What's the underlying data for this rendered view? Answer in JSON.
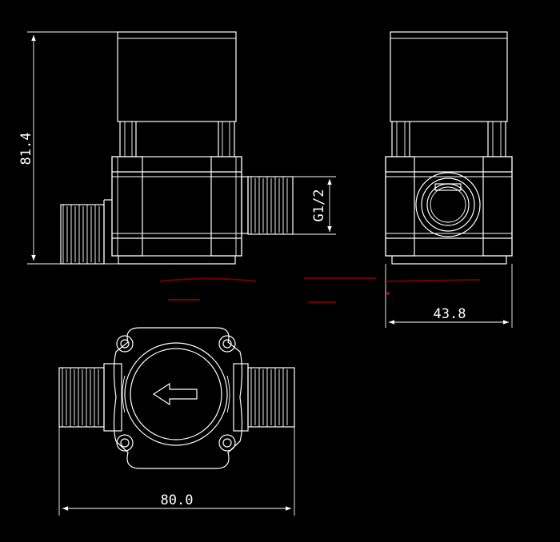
{
  "dimensions": {
    "height": "81.4",
    "thread": "G1/2",
    "depth": "43.8",
    "length": "80.0"
  },
  "icons": {
    "flow_direction": "left-arrow-icon"
  },
  "colors": {
    "background": "#000000",
    "line": "#ffffff",
    "artifact": "#c80000"
  }
}
